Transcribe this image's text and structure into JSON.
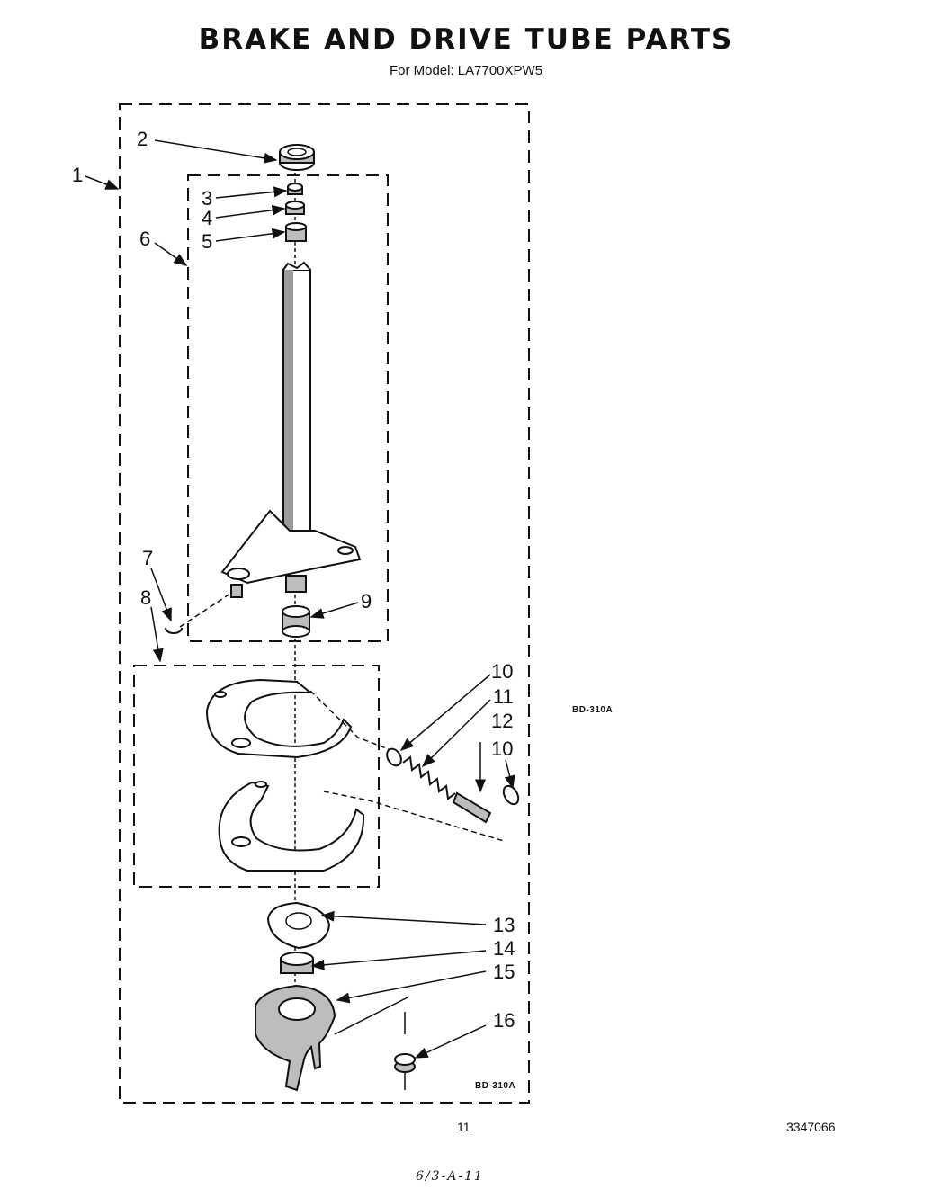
{
  "title": "BRAKE AND DRIVE TUBE PARTS",
  "subtitle": "For Model: LA7700XPW5",
  "diagram_ref_side": "BD-310A",
  "diagram_ref_inner": "BD-310A",
  "page_number": "11",
  "document_number": "3347066",
  "handwritten_note": "6/3-A-11",
  "callouts": [
    "1",
    "2",
    "3",
    "4",
    "5",
    "6",
    "7",
    "8",
    "9",
    "10",
    "11",
    "12",
    "10",
    "13",
    "14",
    "15",
    "16"
  ]
}
